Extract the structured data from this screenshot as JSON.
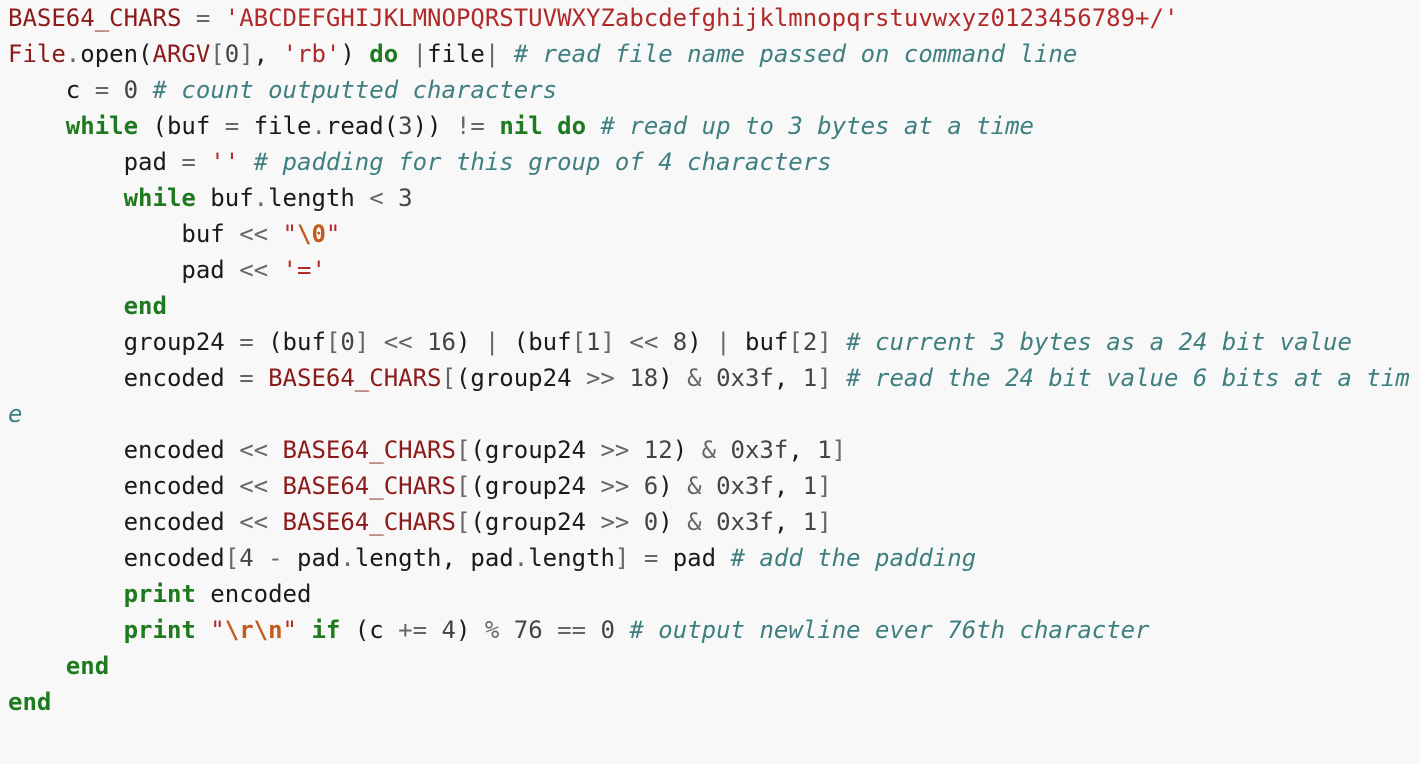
{
  "colors": {
    "background": "#f8f8f8",
    "plain": "#1a1a1a",
    "operator": "#666666",
    "number": "#444444",
    "keyword": "#1f7a1f",
    "string": "#b02a2a",
    "escape": "#c25b1e",
    "constant": "#8b1a1a",
    "comment": "#3f7f7f"
  },
  "code": {
    "language": "ruby",
    "lines": [
      [
        [
          "const",
          "BASE64_CHARS"
        ],
        [
          "plain",
          " "
        ],
        [
          "op",
          "="
        ],
        [
          "plain",
          " "
        ],
        [
          "str",
          "'ABCDEFGHIJKLMNOPQRSTUVWXYZabcdefghijklmnopqrstuvwxyz0123456789+/'"
        ]
      ],
      [
        [
          "const",
          "File"
        ],
        [
          "op",
          "."
        ],
        [
          "plain",
          "open("
        ],
        [
          "const",
          "ARGV"
        ],
        [
          "op",
          "["
        ],
        [
          "num",
          "0"
        ],
        [
          "op",
          "]"
        ],
        [
          "plain",
          ", "
        ],
        [
          "str",
          "'rb'"
        ],
        [
          "plain",
          ") "
        ],
        [
          "kw",
          "do"
        ],
        [
          "plain",
          " "
        ],
        [
          "op",
          "|"
        ],
        [
          "plain",
          "file"
        ],
        [
          "op",
          "|"
        ],
        [
          "plain",
          " "
        ],
        [
          "comment",
          "# read file name passed on command line"
        ]
      ],
      [
        [
          "plain",
          "    c "
        ],
        [
          "op",
          "="
        ],
        [
          "plain",
          " "
        ],
        [
          "num",
          "0"
        ],
        [
          "plain",
          " "
        ],
        [
          "comment",
          "# count outputted characters"
        ]
      ],
      [
        [
          "plain",
          "    "
        ],
        [
          "kw",
          "while"
        ],
        [
          "plain",
          " (buf "
        ],
        [
          "op",
          "="
        ],
        [
          "plain",
          " file"
        ],
        [
          "op",
          "."
        ],
        [
          "plain",
          "read("
        ],
        [
          "num",
          "3"
        ],
        [
          "plain",
          ")) "
        ],
        [
          "op",
          "!="
        ],
        [
          "plain",
          " "
        ],
        [
          "kw",
          "nil"
        ],
        [
          "plain",
          " "
        ],
        [
          "kw",
          "do"
        ],
        [
          "plain",
          " "
        ],
        [
          "comment",
          "# read up to 3 bytes at a time"
        ]
      ],
      [
        [
          "plain",
          "        pad "
        ],
        [
          "op",
          "="
        ],
        [
          "plain",
          " "
        ],
        [
          "str",
          "''"
        ],
        [
          "plain",
          " "
        ],
        [
          "comment",
          "# padding for this group of 4 characters"
        ]
      ],
      [
        [
          "plain",
          "        "
        ],
        [
          "kw",
          "while"
        ],
        [
          "plain",
          " buf"
        ],
        [
          "op",
          "."
        ],
        [
          "plain",
          "length "
        ],
        [
          "op",
          "<"
        ],
        [
          "plain",
          " "
        ],
        [
          "num",
          "3"
        ]
      ],
      [
        [
          "plain",
          "            buf "
        ],
        [
          "op",
          "<<"
        ],
        [
          "plain",
          " "
        ],
        [
          "str",
          "\""
        ],
        [
          "esc",
          "\\0"
        ],
        [
          "str",
          "\""
        ]
      ],
      [
        [
          "plain",
          "            pad "
        ],
        [
          "op",
          "<<"
        ],
        [
          "plain",
          " "
        ],
        [
          "str",
          "'='"
        ]
      ],
      [
        [
          "plain",
          "        "
        ],
        [
          "kw",
          "end"
        ]
      ],
      [
        [
          "plain",
          "        group24 "
        ],
        [
          "op",
          "="
        ],
        [
          "plain",
          " (buf"
        ],
        [
          "op",
          "["
        ],
        [
          "num",
          "0"
        ],
        [
          "op",
          "]"
        ],
        [
          "plain",
          " "
        ],
        [
          "op",
          "<<"
        ],
        [
          "plain",
          " "
        ],
        [
          "num",
          "16"
        ],
        [
          "plain",
          ") "
        ],
        [
          "op",
          "|"
        ],
        [
          "plain",
          " (buf"
        ],
        [
          "op",
          "["
        ],
        [
          "num",
          "1"
        ],
        [
          "op",
          "]"
        ],
        [
          "plain",
          " "
        ],
        [
          "op",
          "<<"
        ],
        [
          "plain",
          " "
        ],
        [
          "num",
          "8"
        ],
        [
          "plain",
          ") "
        ],
        [
          "op",
          "|"
        ],
        [
          "plain",
          " buf"
        ],
        [
          "op",
          "["
        ],
        [
          "num",
          "2"
        ],
        [
          "op",
          "]"
        ],
        [
          "plain",
          " "
        ],
        [
          "comment",
          "# current 3 bytes as a 24 bit value"
        ]
      ],
      [
        [
          "plain",
          "        encoded "
        ],
        [
          "op",
          "="
        ],
        [
          "plain",
          " "
        ],
        [
          "const",
          "BASE64_CHARS"
        ],
        [
          "op",
          "["
        ],
        [
          "plain",
          "(group24 "
        ],
        [
          "op",
          ">>"
        ],
        [
          "plain",
          " "
        ],
        [
          "num",
          "18"
        ],
        [
          "plain",
          ") "
        ],
        [
          "op",
          "&"
        ],
        [
          "plain",
          " "
        ],
        [
          "num",
          "0x3f"
        ],
        [
          "plain",
          ", "
        ],
        [
          "num",
          "1"
        ],
        [
          "op",
          "]"
        ],
        [
          "plain",
          " "
        ],
        [
          "comment",
          "# read the 24 bit value 6 bits at a time"
        ]
      ],
      [
        [
          "plain",
          "        encoded "
        ],
        [
          "op",
          "<<"
        ],
        [
          "plain",
          " "
        ],
        [
          "const",
          "BASE64_CHARS"
        ],
        [
          "op",
          "["
        ],
        [
          "plain",
          "(group24 "
        ],
        [
          "op",
          ">>"
        ],
        [
          "plain",
          " "
        ],
        [
          "num",
          "12"
        ],
        [
          "plain",
          ") "
        ],
        [
          "op",
          "&"
        ],
        [
          "plain",
          " "
        ],
        [
          "num",
          "0x3f"
        ],
        [
          "plain",
          ", "
        ],
        [
          "num",
          "1"
        ],
        [
          "op",
          "]"
        ]
      ],
      [
        [
          "plain",
          "        encoded "
        ],
        [
          "op",
          "<<"
        ],
        [
          "plain",
          " "
        ],
        [
          "const",
          "BASE64_CHARS"
        ],
        [
          "op",
          "["
        ],
        [
          "plain",
          "(group24 "
        ],
        [
          "op",
          ">>"
        ],
        [
          "plain",
          " "
        ],
        [
          "num",
          "6"
        ],
        [
          "plain",
          ") "
        ],
        [
          "op",
          "&"
        ],
        [
          "plain",
          " "
        ],
        [
          "num",
          "0x3f"
        ],
        [
          "plain",
          ", "
        ],
        [
          "num",
          "1"
        ],
        [
          "op",
          "]"
        ]
      ],
      [
        [
          "plain",
          "        encoded "
        ],
        [
          "op",
          "<<"
        ],
        [
          "plain",
          " "
        ],
        [
          "const",
          "BASE64_CHARS"
        ],
        [
          "op",
          "["
        ],
        [
          "plain",
          "(group24 "
        ],
        [
          "op",
          ">>"
        ],
        [
          "plain",
          " "
        ],
        [
          "num",
          "0"
        ],
        [
          "plain",
          ") "
        ],
        [
          "op",
          "&"
        ],
        [
          "plain",
          " "
        ],
        [
          "num",
          "0x3f"
        ],
        [
          "plain",
          ", "
        ],
        [
          "num",
          "1"
        ],
        [
          "op",
          "]"
        ]
      ],
      [
        [
          "plain",
          "        encoded"
        ],
        [
          "op",
          "["
        ],
        [
          "num",
          "4"
        ],
        [
          "plain",
          " "
        ],
        [
          "op",
          "-"
        ],
        [
          "plain",
          " pad"
        ],
        [
          "op",
          "."
        ],
        [
          "plain",
          "length, pad"
        ],
        [
          "op",
          "."
        ],
        [
          "plain",
          "length"
        ],
        [
          "op",
          "]"
        ],
        [
          "plain",
          " "
        ],
        [
          "op",
          "="
        ],
        [
          "plain",
          " pad "
        ],
        [
          "comment",
          "# add the padding"
        ]
      ],
      [
        [
          "plain",
          "        "
        ],
        [
          "kw",
          "print"
        ],
        [
          "plain",
          " encoded"
        ]
      ],
      [
        [
          "plain",
          "        "
        ],
        [
          "kw",
          "print"
        ],
        [
          "plain",
          " "
        ],
        [
          "str",
          "\""
        ],
        [
          "esc",
          "\\r\\n"
        ],
        [
          "str",
          "\""
        ],
        [
          "plain",
          " "
        ],
        [
          "kw",
          "if"
        ],
        [
          "plain",
          " (c "
        ],
        [
          "op",
          "+="
        ],
        [
          "plain",
          " "
        ],
        [
          "num",
          "4"
        ],
        [
          "plain",
          ") "
        ],
        [
          "op",
          "%"
        ],
        [
          "plain",
          " "
        ],
        [
          "num",
          "76"
        ],
        [
          "plain",
          " "
        ],
        [
          "op",
          "=="
        ],
        [
          "plain",
          " "
        ],
        [
          "num",
          "0"
        ],
        [
          "plain",
          " "
        ],
        [
          "comment",
          "# output newline ever 76th character"
        ]
      ],
      [
        [
          "plain",
          "    "
        ],
        [
          "kw",
          "end"
        ]
      ],
      [
        [
          "kw",
          "end"
        ]
      ]
    ]
  }
}
